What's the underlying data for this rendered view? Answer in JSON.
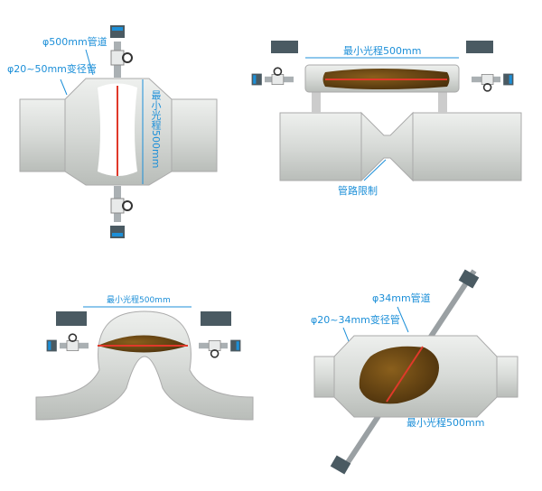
{
  "panel1": {
    "pipe_label": "φ500mm管道",
    "reducer_label": "φ20~50mm变径管",
    "path_label": "最小光程500mm"
  },
  "panel2": {
    "path_label": "最小光程500mm",
    "restriction_label": "管路限制"
  },
  "panel3": {
    "path_label": "最小光程500mm"
  },
  "panel4": {
    "pipe_label": "φ34mm管道",
    "reducer_label": "φ20~34mm变径管",
    "path_label": "最小光程500mm"
  },
  "colors": {
    "label": "#1c8fd8",
    "pipe": "#d9dcd9",
    "window": "#7a5216",
    "beam": "#e0392a"
  }
}
